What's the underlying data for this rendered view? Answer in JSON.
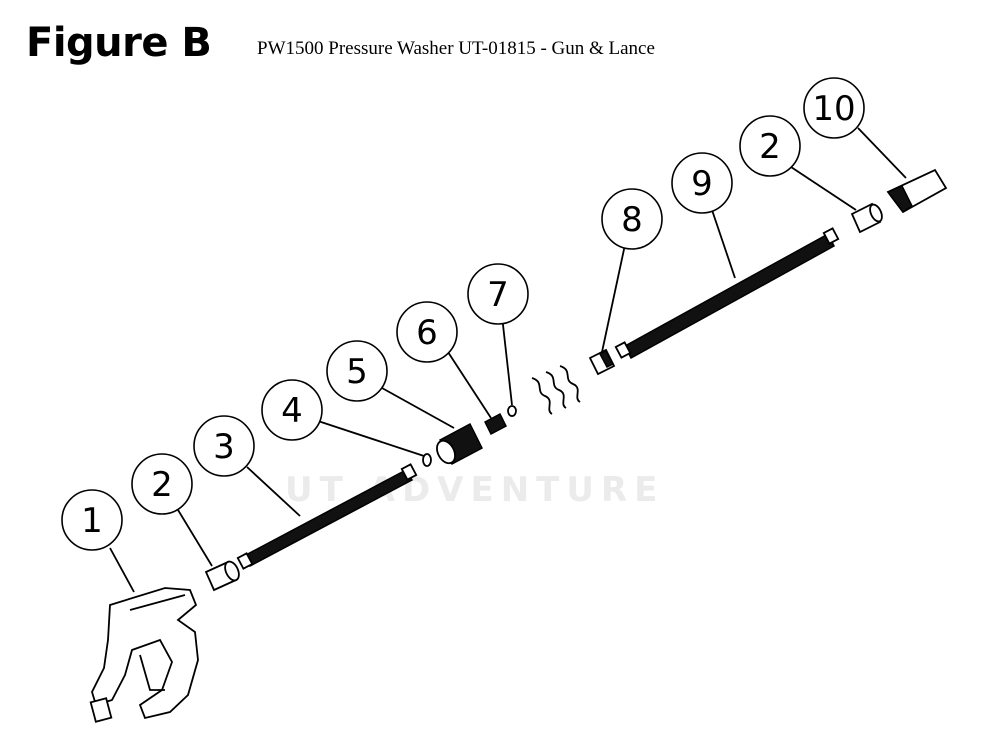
{
  "header": {
    "figure_label": "Figure B",
    "title": "PW1500 Pressure Washer UT-01815 - Gun & Lance"
  },
  "watermark": "UT ADVENTURE",
  "callouts": [
    {
      "id": "1",
      "label": "1"
    },
    {
      "id": "2a",
      "label": "2"
    },
    {
      "id": "3",
      "label": "3"
    },
    {
      "id": "4",
      "label": "4"
    },
    {
      "id": "5",
      "label": "5"
    },
    {
      "id": "6",
      "label": "6"
    },
    {
      "id": "7",
      "label": "7"
    },
    {
      "id": "8",
      "label": "8"
    },
    {
      "id": "9",
      "label": "9"
    },
    {
      "id": "2b",
      "label": "2"
    },
    {
      "id": "10",
      "label": "10"
    }
  ]
}
